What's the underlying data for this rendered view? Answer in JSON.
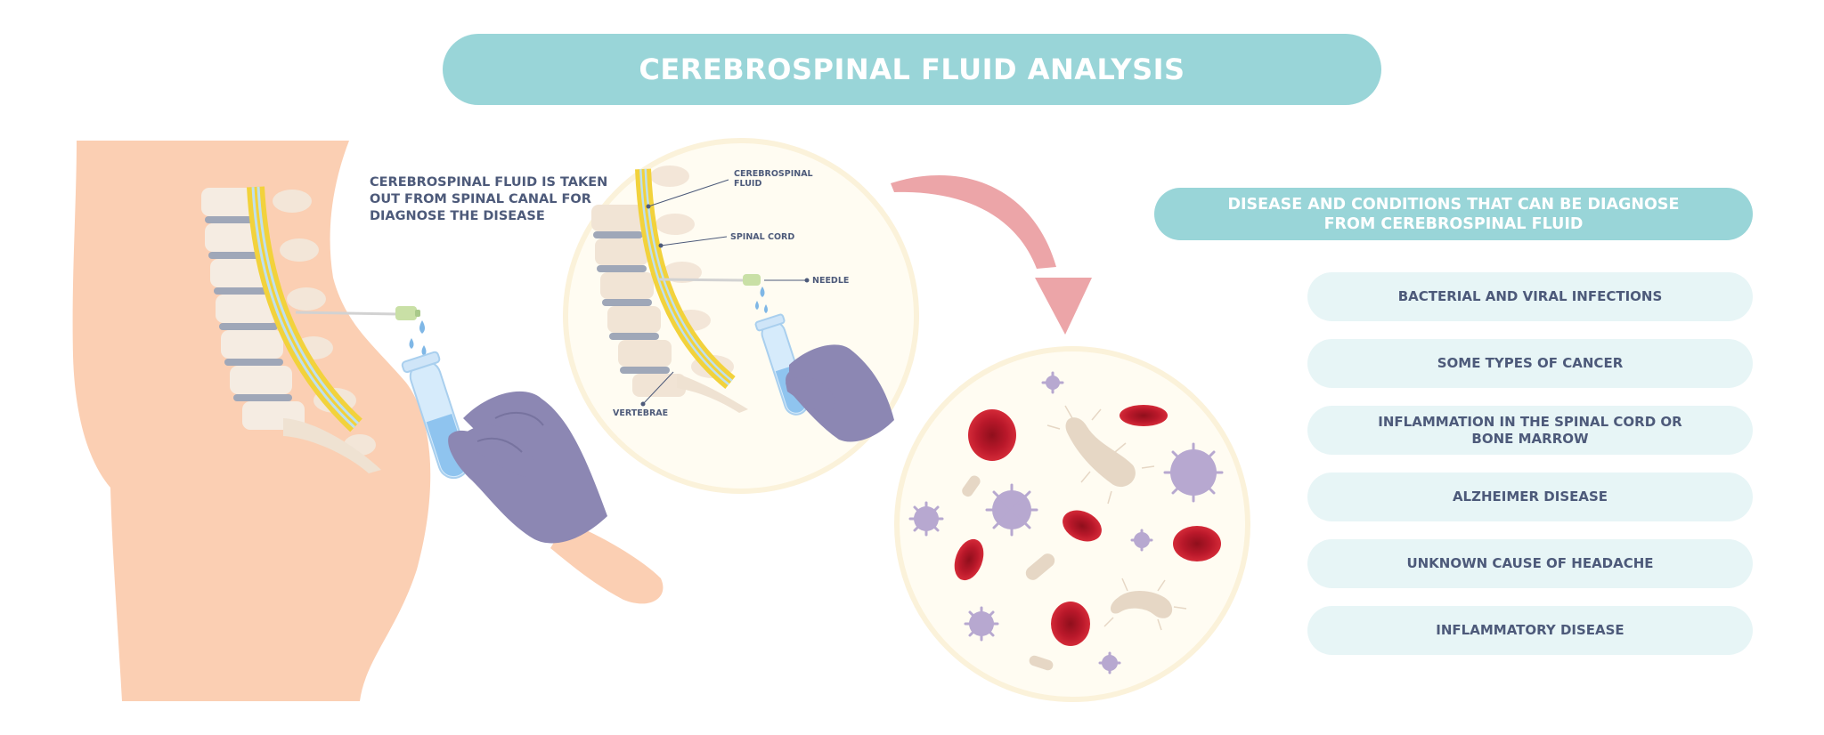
{
  "title": "CEREBROSPINAL FLUID ANALYSIS",
  "caption": "CEREBROSPINAL FLUID IS TAKEN\nOUT FROM SPINAL CANAL FOR\nDIAGNOSE THE DISEASE",
  "zoom_labels": {
    "csf": [
      "CEREBROSPINAL",
      "FLUID"
    ],
    "spinal_cord": "SPINAL CORD",
    "needle": "NEEDLE",
    "vertebrae": "VERTEBRAE"
  },
  "conditions_header": "DISEASE AND CONDITIONS THAT CAN BE DIAGNOSE\nFROM CEREBROSPINAL FLUID",
  "conditions": [
    "BACTERIAL AND VIRAL INFECTIONS",
    "SOME TYPES OF CANCER",
    "INFLAMMATION IN THE SPINAL CORD OR\nBONE MARROW",
    "ALZHEIMER DISEASE",
    "UNKNOWN CAUSE OF HEADACHE",
    "INFLAMMATORY DISEASE"
  ],
  "colors": {
    "banner": "#99d5d8",
    "condition_pill": "#e7f5f6",
    "text": "#4d5a7a",
    "skin": "#fbcfb3",
    "glove": "#8c87b3",
    "arrow": "#eca5a8",
    "red_cell": "#c41e2c",
    "bacteria": "#e6d7c5",
    "virus": "#b7a8d0"
  }
}
